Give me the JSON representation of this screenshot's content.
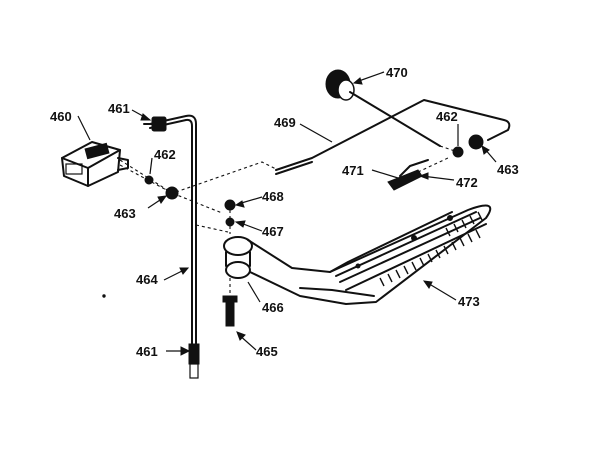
{
  "callouts": [
    {
      "id": "c460",
      "text": "460"
    },
    {
      "id": "c461a",
      "text": "461"
    },
    {
      "id": "c461b",
      "text": "461"
    },
    {
      "id": "c462a",
      "text": "462"
    },
    {
      "id": "c462b",
      "text": "462"
    },
    {
      "id": "c463a",
      "text": "463"
    },
    {
      "id": "c463b",
      "text": "463"
    },
    {
      "id": "c464",
      "text": "464"
    },
    {
      "id": "c465",
      "text": "465"
    },
    {
      "id": "c466",
      "text": "466"
    },
    {
      "id": "c467",
      "text": "467"
    },
    {
      "id": "c468",
      "text": "468"
    },
    {
      "id": "c469",
      "text": "469"
    },
    {
      "id": "c470",
      "text": "470"
    },
    {
      "id": "c471",
      "text": "471"
    },
    {
      "id": "c472",
      "text": "472"
    },
    {
      "id": "c473",
      "text": "473"
    }
  ]
}
